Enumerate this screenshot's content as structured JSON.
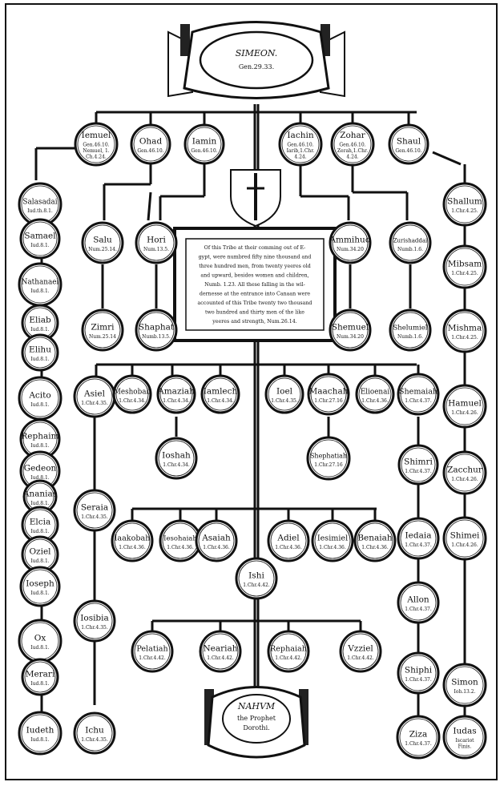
{
  "cartouche_top": {
    "title": "SIMEON.",
    "ref": "Gen.29.33."
  },
  "cartouche_bottom": {
    "l1": "NAHVM",
    "l2": "the Prophet",
    "l3": "Dorothi."
  },
  "census_text": [
    "Of this Tribe at their comming out of E-",
    "gypt, were numbred fifty nine thousand and",
    "three hundred men, from twenty yeeres old",
    "and upward, besides women and children,",
    "Numb. 1.23. All these falling in the wil-",
    "dernesse at the entrance into Canaan were",
    "accounted of this Tribe twenty two thousand",
    "two hundred and thirty men of the like",
    "yeeres and strength, Num.26.14."
  ],
  "nodes": {
    "iemuel": {
      "name": "Iemuel",
      "r1": "Gen.46.10.",
      "r2": "Nemuel, 1.",
      "r3": "Ch.4.24."
    },
    "ohad": {
      "name": "Ohad",
      "r1": "Gen.46.10."
    },
    "iamin": {
      "name": "Iamin",
      "r1": "Gen.46.10."
    },
    "iachin": {
      "name": "Iachin",
      "r1": "Gen.46.10.",
      "r2": "Iarib,1.Chr.",
      "r3": "4.24."
    },
    "zohar": {
      "name": "Zohar",
      "r1": "Gen.46.10.",
      "r2": "Zerah,1.Chr.",
      "r3": "4.24."
    },
    "shaul": {
      "name": "Shaul",
      "r1": "Gen.46.10."
    },
    "salasadai": {
      "name": "Salasadai",
      "r1": "Iud.th.8.1."
    },
    "samael": {
      "name": "Samael",
      "r1": "Iud.8.1."
    },
    "nathanael": {
      "name": "Nathanael",
      "r1": "Iud.8.1."
    },
    "eliab": {
      "name": "Eliab",
      "r1": "Iud.8.1."
    },
    "elihu": {
      "name": "Elihu",
      "r1": "Iud.8.1."
    },
    "acito": {
      "name": "Acito",
      "r1": "Iud.8.1."
    },
    "raphaim": {
      "name": "Rephaim",
      "r1": "Iud.8.1."
    },
    "gedeon": {
      "name": "Gedeon",
      "r1": "Iud.8.1."
    },
    "ananias": {
      "name": "Ananias",
      "r1": "Iud.8.1."
    },
    "elcia": {
      "name": "Elcia",
      "r1": "Iud.8.1."
    },
    "oziel": {
      "name": "Oziel",
      "r1": "Iud.8.1."
    },
    "iosephl": {
      "name": "Ioseph",
      "r1": "Iud.8.1."
    },
    "ox": {
      "name": "Ox",
      "r1": "Iud.8.1."
    },
    "merari": {
      "name": "Merari",
      "r1": "Iud.8.1."
    },
    "iudeth": {
      "name": "Iudeth",
      "r1": "Iud.8.1."
    },
    "shallum": {
      "name": "Shallum",
      "r1": "1.Chr.4.25."
    },
    "mibsam": {
      "name": "Mibsam",
      "r1": "1.Chr.4.25."
    },
    "mishma": {
      "name": "Mishma",
      "r1": "1.Chr.4.25."
    },
    "hamuel": {
      "name": "Hamuel",
      "r1": "1.Chr.4.26."
    },
    "zacchur": {
      "name": "Zacchur",
      "r1": "1.Chr.4.26."
    },
    "shimei": {
      "name": "Shimei",
      "r1": "1.Chr.4.26."
    },
    "simon": {
      "name": "Simon",
      "r1": "Ioh.13.2."
    },
    "iudas": {
      "name": "Iudas",
      "r1": "Iscariot",
      "r2": "Finis."
    },
    "salu": {
      "name": "Salu",
      "r1": "Num.25.14."
    },
    "zimri": {
      "name": "Zimri",
      "r1": "Num.25.14"
    },
    "hori": {
      "name": "Hori",
      "r1": "Num.13.5."
    },
    "shaphat": {
      "name": "Shaphat",
      "r1": "Numb.13.5."
    },
    "ammihud": {
      "name": "Ammihud",
      "r1": "Num.34.20"
    },
    "shemuel": {
      "name": "Shemuel",
      "r1": "Num.34.20"
    },
    "zurishaddai": {
      "name": "Zurishaddai",
      "r1": "Numb.1.6."
    },
    "shelumiel": {
      "name": "Shelumiel",
      "r1": "Numb.1.6."
    },
    "asiel": {
      "name": "Asiel",
      "r1": "1.Chr.4.35."
    },
    "meshobab": {
      "name": "Meshobab",
      "r1": "1.Chr.4.34."
    },
    "amaziah": {
      "name": "Amaziah",
      "r1": "1.Chr.4.34."
    },
    "iamlech": {
      "name": "Iamlech",
      "r1": "1.Chr.4.34."
    },
    "ioel": {
      "name": "Ioel",
      "r1": "1.Chr.4.35."
    },
    "maachah": {
      "name": "Maachah",
      "r1": "1.Chr.27.16"
    },
    "elioenai": {
      "name": "Elioenai",
      "r1": "1.Chr.4.36."
    },
    "shemaiah": {
      "name": "Shemaiah",
      "r1": "1.Chr.4.37."
    },
    "ioshah": {
      "name": "Ioshah",
      "r1": "1.Chr.4.34."
    },
    "shephatiah": {
      "name": "Shephatiah",
      "r1": "1.Chr.27.16"
    },
    "shimri": {
      "name": "Shimri",
      "r1": "1.Chr.4.37."
    },
    "seraia": {
      "name": "Seraia",
      "r1": "1.Chr.4.35."
    },
    "iedaia": {
      "name": "Iedaia",
      "r1": "1.Chr.4.37."
    },
    "iaakobah": {
      "name": "Iaakobah",
      "r1": "1.Chr.4.36."
    },
    "iesohaiah": {
      "name": "Iesohaiah",
      "r1": "1.Chr.4.36."
    },
    "asaiah": {
      "name": "Asaiah",
      "r1": "1.Chr.4.36."
    },
    "adiel": {
      "name": "Adiel",
      "r1": "1.Chr.4.36."
    },
    "iesimiel": {
      "name": "Iesimiel",
      "r1": "1.Chr.4.36."
    },
    "benaiah": {
      "name": "Benaiah",
      "r1": "1.Chr.4.36."
    },
    "ishi": {
      "name": "Ishi",
      "r1": "1.Chr.4.42."
    },
    "allon": {
      "name": "Allon",
      "r1": "1.Chr.4.37."
    },
    "iosibia": {
      "name": "Iosibia",
      "r1": "1.Chr.4.35."
    },
    "shiphi": {
      "name": "Shiphi",
      "r1": "1.Chr.4.37."
    },
    "pelatiah": {
      "name": "Pelatiah",
      "r1": "1.Chr.4.42."
    },
    "neariah": {
      "name": "Neariah",
      "r1": "1.Chr.4.42."
    },
    "rephaiah": {
      "name": "Rephaiah",
      "r1": "1.Chr.4.42."
    },
    "vzziel": {
      "name": "Vzziel",
      "r1": "1.Chr.4.42."
    },
    "ichu": {
      "name": "Ichu",
      "r1": "1.Chr.4.35."
    },
    "ziza": {
      "name": "Ziza",
      "r1": "1.Chr.4.37."
    }
  }
}
